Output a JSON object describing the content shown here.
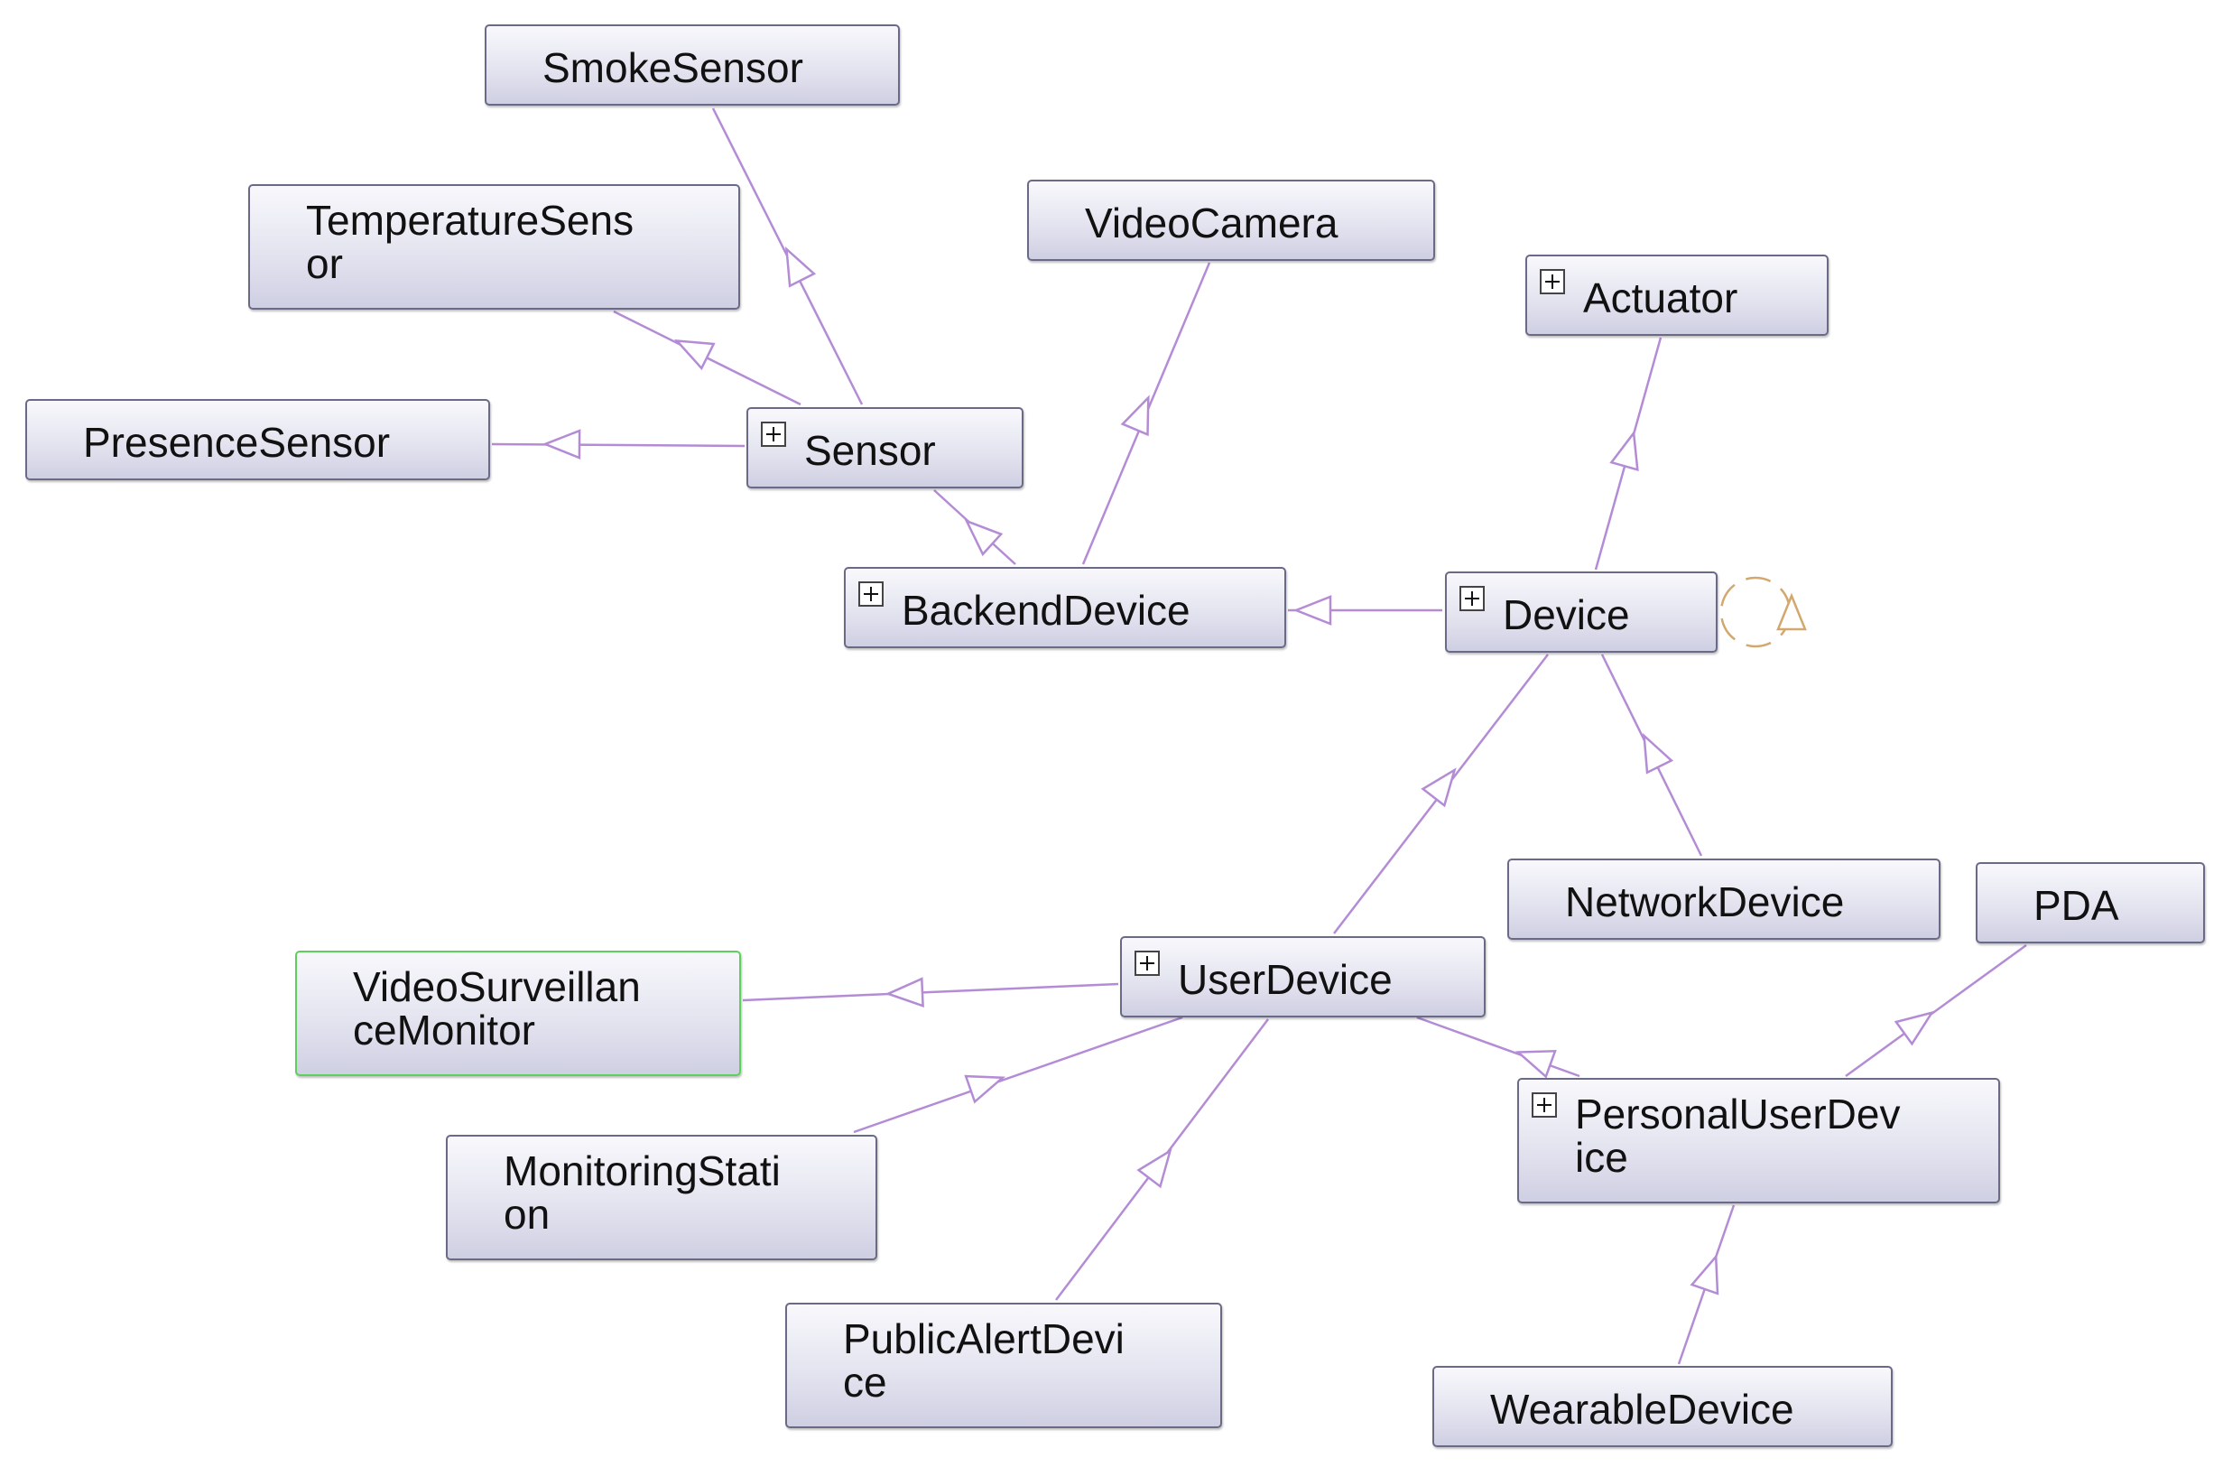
{
  "nodes": {
    "smoke_sensor": {
      "label": "SmokeSensor"
    },
    "temperature_sensor": {
      "label": "TemperatureSens\nor"
    },
    "presence_sensor": {
      "label": "PresenceSensor"
    },
    "sensor": {
      "label": "Sensor"
    },
    "video_camera": {
      "label": "VideoCamera"
    },
    "actuator": {
      "label": "Actuator"
    },
    "backend_device": {
      "label": "BackendDevice"
    },
    "device": {
      "label": "Device"
    },
    "network_device": {
      "label": "NetworkDevice"
    },
    "pda": {
      "label": "PDA"
    },
    "video_surveillance_monitor": {
      "label": "VideoSurveillan\nceMonitor"
    },
    "user_device": {
      "label": "UserDevice"
    },
    "monitoring_station": {
      "label": "MonitoringStati\non"
    },
    "personal_user_device": {
      "label": "PersonalUserDev\nice"
    },
    "public_alert_device": {
      "label": "PublicAlertDevi\nce"
    },
    "wearable_device": {
      "label": "WearableDevice"
    }
  },
  "edges": [
    {
      "from": "sensor",
      "to": "smoke_sensor"
    },
    {
      "from": "sensor",
      "to": "temperature_sensor"
    },
    {
      "from": "sensor",
      "to": "presence_sensor"
    },
    {
      "from": "backend_device",
      "to": "sensor"
    },
    {
      "from": "backend_device",
      "to": "video_camera"
    },
    {
      "from": "device",
      "to": "backend_device"
    },
    {
      "from": "device",
      "to": "actuator"
    },
    {
      "from": "network_device",
      "to": "device"
    },
    {
      "from": "user_device",
      "to": "device"
    },
    {
      "from": "user_device",
      "to": "video_surveillance_monitor"
    },
    {
      "from": "monitoring_station",
      "to": "user_device"
    },
    {
      "from": "personal_user_device",
      "to": "user_device"
    },
    {
      "from": "personal_user_device",
      "to": "pda"
    },
    {
      "from": "public_alert_device",
      "to": "user_device"
    },
    {
      "from": "wearable_device",
      "to": "personal_user_device"
    }
  ],
  "colors": {
    "edge": "#b48cd6",
    "self_loop": "#d2a86e",
    "node_border": "#6a6a86",
    "selected_border": "#5ccf5c"
  }
}
